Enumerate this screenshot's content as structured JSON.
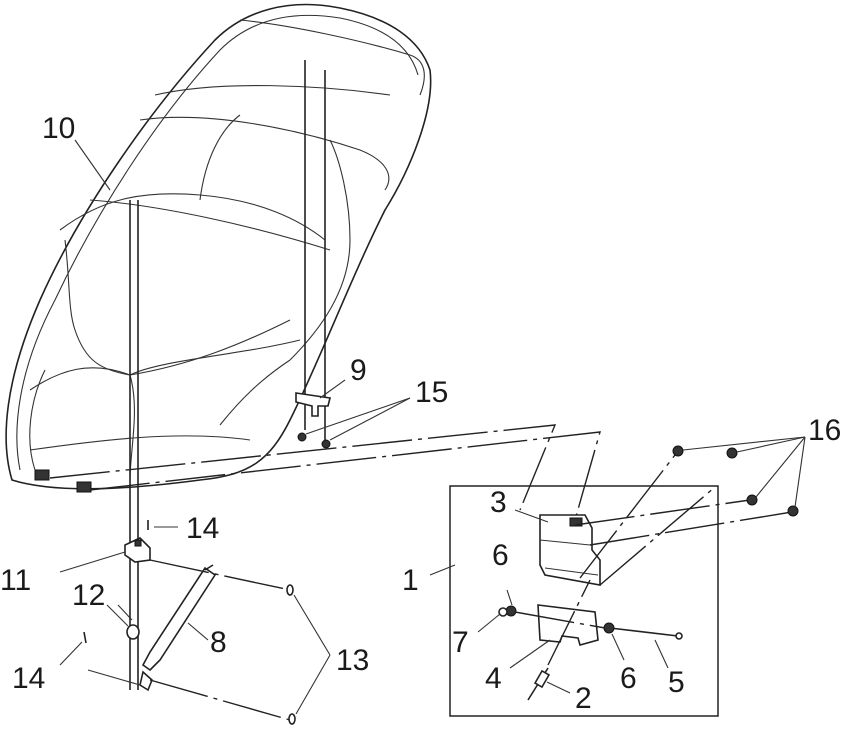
{
  "diagram": {
    "callouts": [
      {
        "id": "c10",
        "text": "10"
      },
      {
        "id": "c9",
        "text": "9"
      },
      {
        "id": "c15",
        "text": "15"
      },
      {
        "id": "c16",
        "text": "16"
      },
      {
        "id": "c3",
        "text": "3"
      },
      {
        "id": "c6a",
        "text": "6"
      },
      {
        "id": "c1",
        "text": "1"
      },
      {
        "id": "c7",
        "text": "7"
      },
      {
        "id": "c4",
        "text": "4"
      },
      {
        "id": "c2",
        "text": "2"
      },
      {
        "id": "c6b",
        "text": "6"
      },
      {
        "id": "c5",
        "text": "5"
      },
      {
        "id": "c14a",
        "text": "14"
      },
      {
        "id": "c11",
        "text": "11"
      },
      {
        "id": "c12",
        "text": "12"
      },
      {
        "id": "c8",
        "text": "8"
      },
      {
        "id": "c13",
        "text": "13"
      },
      {
        "id": "c14b",
        "text": "14"
      }
    ]
  }
}
